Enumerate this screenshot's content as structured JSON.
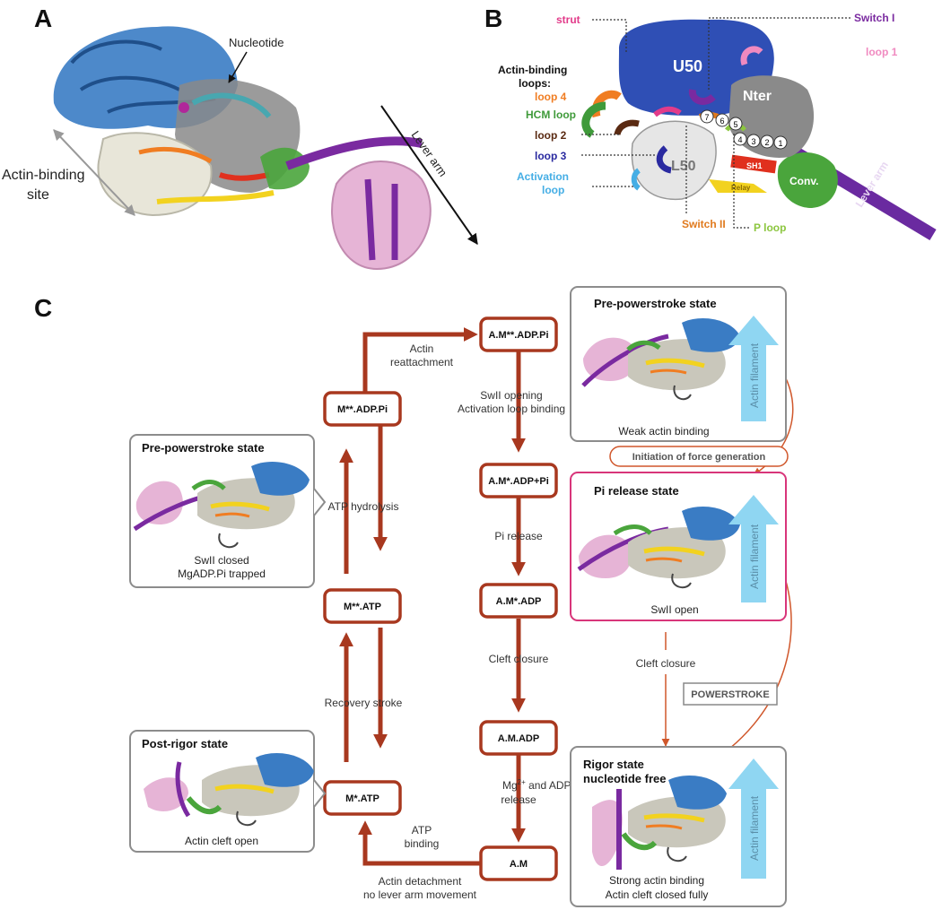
{
  "panels": {
    "a": "A",
    "b": "B",
    "c": "C"
  },
  "panel_a": {
    "nucleotide": "Nucleotide",
    "lever_arm": "Lever arm",
    "actin_site_line1": "Actin-binding",
    "actin_site_line2": "site"
  },
  "panel_b": {
    "strut": "strut",
    "switch1": "Switch I",
    "loop1": "loop 1",
    "actin_loops_l1": "Actin-binding",
    "actin_loops_l2": "loops:",
    "loop4": "loop 4",
    "hcm_loop": "HCM loop",
    "loop2": "loop 2",
    "loop3": "loop 3",
    "activation_l1": "Activation",
    "activation_l2": "loop",
    "switch2": "Switch II",
    "p_loop": "P loop",
    "u50": "U50",
    "nter": "Nter",
    "l50": "L50",
    "sh1": "SH1",
    "relay": "Relay",
    "conv": "Conv.",
    "lever_arm": "Lever arm",
    "strands": [
      "7",
      "6",
      "5",
      "4",
      "3",
      "2",
      "1"
    ],
    "colors": {
      "u50": "#2f4fb5",
      "nter": "#8a8a8a",
      "l50": "#e6e6e6",
      "conv": "#4aa53c",
      "lever": "#6a2aa0",
      "relay": "#f2d21f",
      "sh1": "#e0301e",
      "loop4": "#f07d22",
      "hcm": "#3f9a3a",
      "loop2": "#5a2a12",
      "loop3": "#2a2aa0",
      "activation": "#45aee5",
      "switch2": "#e07a1e",
      "strut": "#e23b8a",
      "loop1": "#f08ac0",
      "switch1": "#7a2aa0",
      "ploop": "#8cc63f"
    }
  },
  "panel_c": {
    "states": {
      "amsdppi": "A.M**.ADP.Pi",
      "msdppi": "M**.ADP.Pi",
      "msatp": "M**.ATP",
      "mstatp": "M*.ATP",
      "amadppi": "A.M*.ADP+Pi",
      "amadp_star": "A.M*.ADP",
      "amadp": "A.M.ADP",
      "am": "A.M"
    },
    "transitions": {
      "actin_reattach_l1": "Actin",
      "actin_reattach_l2": "reattachment",
      "swii_open_l1": "SwII opening",
      "swii_open_l2": "Activation loop binding",
      "atp_hydrolysis": "ATP hydrolysis",
      "pi_release": "Pi release",
      "cleft_closure": "Cleft closure",
      "cleft_closure_side": "Cleft closure",
      "recovery_stroke": "Recovery stroke",
      "mg_release_l1a": "Mg",
      "mg_release_sup": "2+",
      "mg_release_l1b": " and ADP",
      "mg_release_l2": "release",
      "atp_binding_l1": "ATP",
      "atp_binding_l2": "binding",
      "actin_detach_l1": "Actin detachment",
      "actin_detach_l2": "no lever arm movement"
    },
    "tags": {
      "initiation": "Initiation of force generation",
      "powerstroke": "POWERSTROKE"
    },
    "cards": {
      "prepower_right": {
        "title": "Pre-powerstroke state",
        "caption": "Weak actin binding",
        "filament": "Actin filament"
      },
      "pi_release": {
        "title": "Pi release state",
        "caption": "SwII open",
        "filament": "Actin filament"
      },
      "rigor": {
        "title_l1": "Rigor state",
        "title_l2": "nucleotide free",
        "cap_l1": "Strong actin binding",
        "cap_l2": "Actin cleft closed fully",
        "filament": "Actin filament"
      },
      "prepower_left": {
        "title": "Pre-powerstroke state",
        "cap_l1": "SwII closed",
        "cap_l2": "MgADP.Pi trapped"
      },
      "postrigor": {
        "title": "Post-rigor state",
        "caption": "Actin cleft open"
      }
    },
    "colors": {
      "state_border": "#a8381f",
      "arrow": "#a8381f",
      "filament": "#8fd6f2",
      "pi_border": "#d8357a"
    }
  }
}
